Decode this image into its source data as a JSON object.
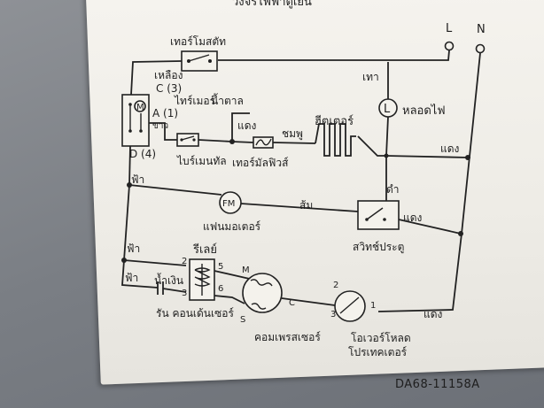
{
  "diagram": {
    "title_fragment": "วงจรไฟฟ้าตู้เย็น",
    "terminals": {
      "line": "L",
      "neutral": "N"
    },
    "labels": {
      "thermostat": "เทอร์โมสตัท",
      "yellow": "เหลือง",
      "c3": "C (3)",
      "timer": "ไทร์เมอร์",
      "brown": "น้ำตาล",
      "a1": "A (1)",
      "white": "ขาว",
      "d4": "D (4)",
      "m": "M",
      "grey": "เทา",
      "lamp_symbol": "L",
      "lamp": "หลอดไฟ",
      "red_1": "แดง",
      "red_2": "แดง",
      "red_3": "แดง",
      "red_4": "แดง",
      "pink": "ชมพู",
      "heater": "ฮีตเตอร์",
      "bimetal": "ไบร์เมนทัล",
      "thermal_fuse": "เทอร์มัลฟิวส์",
      "blue_1": "ฟ้า",
      "blue_2": "ฟ้า",
      "blue_3": "ฟ้า",
      "fan_symbol": "FM",
      "fan_motor": "แฟนมอเตอร์",
      "orange": "ส้ม",
      "black": "ดำ",
      "door_switch": "สวิทช์ประตู",
      "relay": "รีเลย์",
      "pin2": "2",
      "pin3": "3",
      "pin5": "5",
      "pin6": "6",
      "navy": "น้ำเงิน",
      "run_capacitor": "รัน คอนเด้นเซอร์",
      "comp_m": "M",
      "comp_c": "C",
      "comp_s": "S",
      "compressor": "คอมเพรสเซอร์",
      "olp_2": "2",
      "olp_3": "3",
      "olp_1": "1",
      "overload_1": "โอเวอร์โหลด",
      "overload_2": "โปรเทคเตอร์",
      "part_code": "DA68-11158A"
    }
  }
}
